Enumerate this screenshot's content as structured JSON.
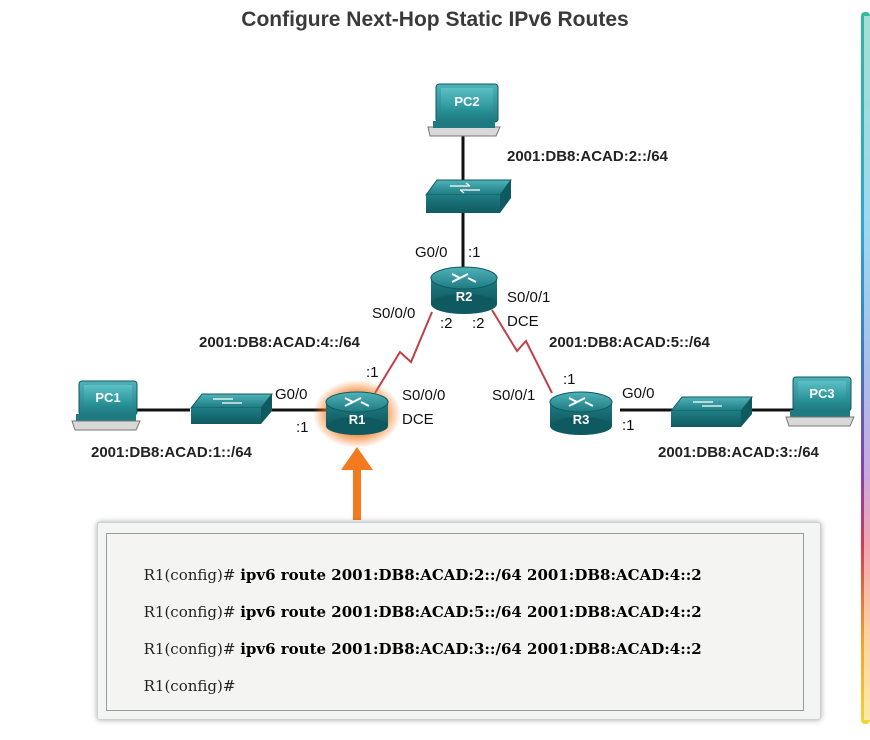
{
  "title": "Configure Next-Hop Static IPv6 Routes",
  "devices": {
    "pc1": "PC1",
    "pc2": "PC2",
    "pc3": "PC3",
    "r1": "R1",
    "r2": "R2",
    "r3": "R3"
  },
  "networks": {
    "lan1": "2001:DB8:ACAD:1::/64",
    "lan2": "2001:DB8:ACAD:2::/64",
    "lan3": "2001:DB8:ACAD:3::/64",
    "wan4": "2001:DB8:ACAD:4::/64",
    "wan5": "2001:DB8:ACAD:5::/64"
  },
  "interfaces": {
    "r1_g00": "G0/0",
    "r1_g00_host": ":1",
    "r1_s000": "S0/0/0",
    "r1_dce": "DCE",
    "r1_s000_host": ":1",
    "r2_g00": "G0/0",
    "r2_g00_host": ":1",
    "r2_s000": "S0/0/0",
    "r2_s000_host": ":2",
    "r2_s001": "S0/0/1",
    "r2_dce": "DCE",
    "r2_s001_host": ":2",
    "r3_s001": "S0/0/1",
    "r3_s001_host": ":1",
    "r3_g00": "G0/0",
    "r3_g00_host": ":1"
  },
  "cli": {
    "lines": [
      {
        "prompt": "R1(config)# ",
        "command": "ipv6 route 2001:DB8:ACAD:2::/64 2001:DB8:ACAD:4::2"
      },
      {
        "prompt": "R1(config)# ",
        "command": "ipv6 route 2001:DB8:ACAD:5::/64 2001:DB8:ACAD:4::2"
      },
      {
        "prompt": "R1(config)# ",
        "command": "ipv6 route 2001:DB8:ACAD:3::/64 2001:DB8:ACAD:4::2"
      },
      {
        "prompt": "R1(config)#",
        "command": ""
      }
    ]
  },
  "colors": {
    "device_teal": "#1f7f86",
    "serial_link": "#c0404a",
    "highlight_orange": "#f47a20"
  }
}
